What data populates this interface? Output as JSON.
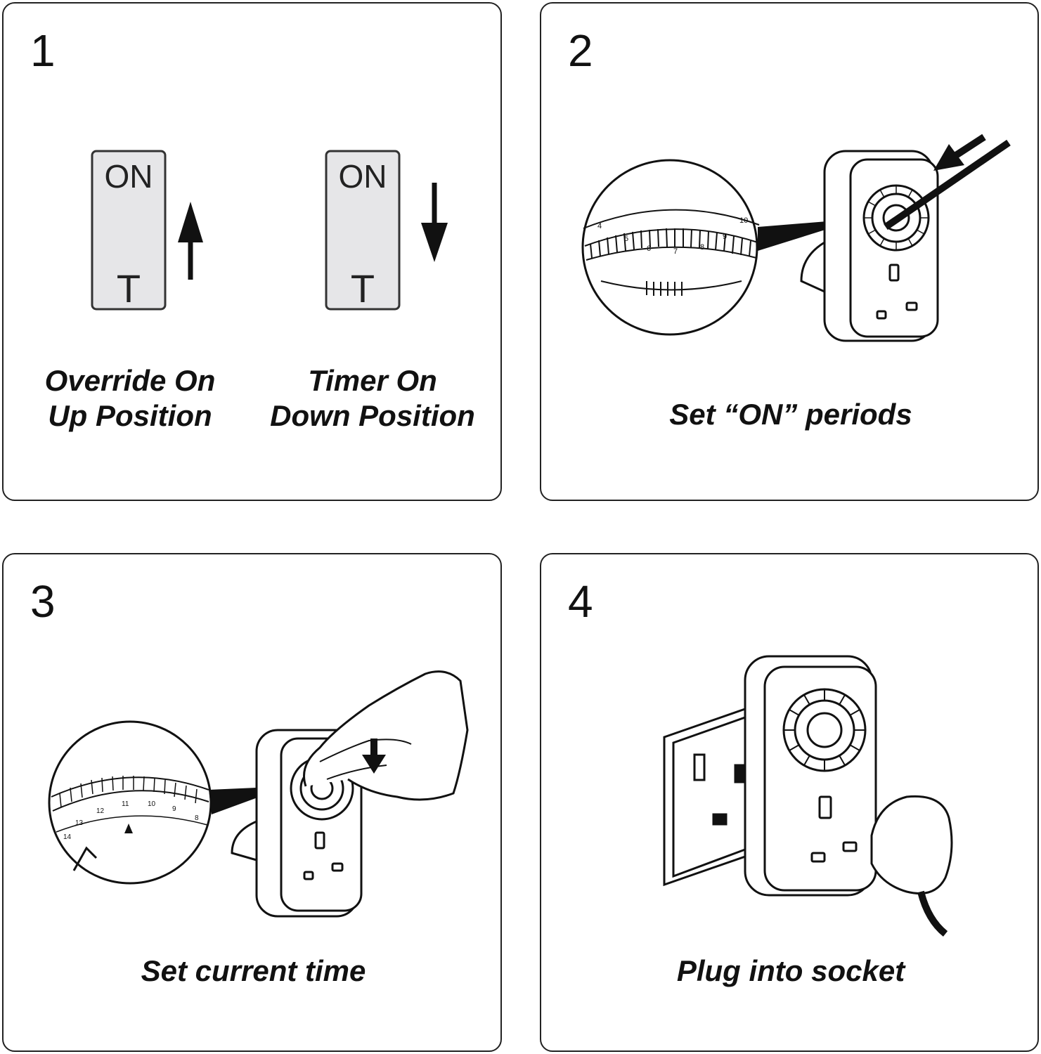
{
  "steps": [
    {
      "number": "1",
      "switches": [
        {
          "top_label": "ON",
          "bottom_label": "T",
          "caption_line1": "Override On",
          "caption_line2": "Up Position",
          "arrow_icon": "arrow-up-icon"
        },
        {
          "top_label": "ON",
          "bottom_label": "T",
          "caption_line1": "Timer On",
          "caption_line2": "Down Position",
          "arrow_icon": "arrow-down-icon"
        }
      ]
    },
    {
      "number": "2",
      "caption": "Set “ON” periods",
      "dial_labels": [
        "4",
        "5",
        "6",
        "7",
        "8",
        "9",
        "10"
      ]
    },
    {
      "number": "3",
      "caption": "Set current time",
      "dial_labels": [
        "14",
        "13",
        "12",
        "11",
        "10",
        "9",
        "8"
      ]
    },
    {
      "number": "4",
      "caption": "Plug into socket"
    }
  ],
  "colors": {
    "border": "#222222",
    "switch_fill": "#e6e6e8",
    "background": "#ffffff"
  }
}
